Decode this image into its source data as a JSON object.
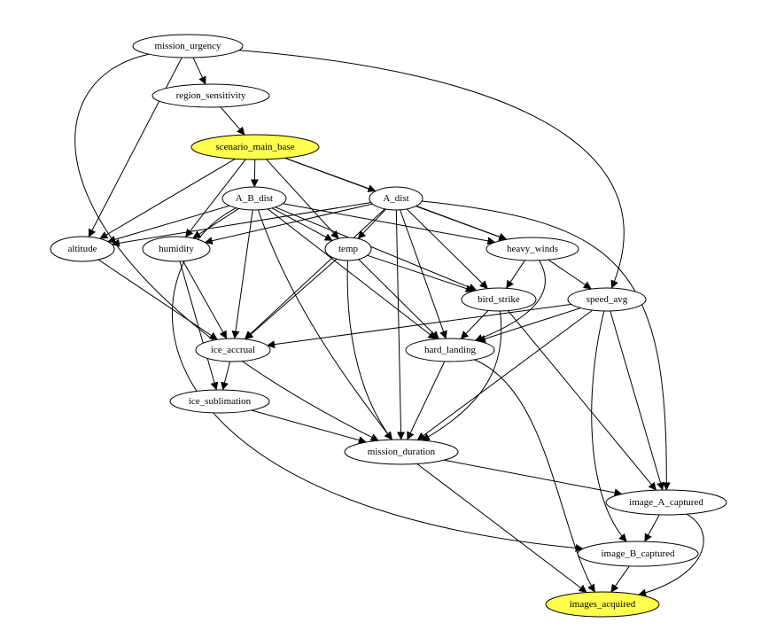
{
  "graph": {
    "nodes": [
      {
        "id": "mission_urgency",
        "label": "mission_urgency",
        "highlight": false
      },
      {
        "id": "region_sensitivity",
        "label": "region_sensitivity",
        "highlight": false
      },
      {
        "id": "scenario_main_base",
        "label": "scenario_main_base",
        "highlight": true
      },
      {
        "id": "A_B_dist",
        "label": "A_B_dist",
        "highlight": false
      },
      {
        "id": "A_dist",
        "label": "A_dist",
        "highlight": false
      },
      {
        "id": "altitude",
        "label": "altitude",
        "highlight": false
      },
      {
        "id": "humidity",
        "label": "humidity",
        "highlight": false
      },
      {
        "id": "temp",
        "label": "temp",
        "highlight": false
      },
      {
        "id": "heavy_winds",
        "label": "heavy_winds",
        "highlight": false
      },
      {
        "id": "bird_strike",
        "label": "bird_strike",
        "highlight": false
      },
      {
        "id": "speed_avg",
        "label": "speed_avg",
        "highlight": false
      },
      {
        "id": "ice_accrual",
        "label": "ice_accrual",
        "highlight": false
      },
      {
        "id": "hard_landing",
        "label": "hard_landing",
        "highlight": false
      },
      {
        "id": "ice_sublimation",
        "label": "ice_sublimation",
        "highlight": false
      },
      {
        "id": "mission_duration",
        "label": "mission_duration",
        "highlight": false
      },
      {
        "id": "image_A_captured",
        "label": "image_A_captured",
        "highlight": false
      },
      {
        "id": "image_B_captured",
        "label": "image_B_captured",
        "highlight": false
      },
      {
        "id": "images_acquired",
        "label": "images_acquired",
        "highlight": true
      }
    ],
    "edges": [
      [
        "mission_urgency",
        "region_sensitivity"
      ],
      [
        "mission_urgency",
        "altitude"
      ],
      [
        "mission_urgency",
        "mission_duration"
      ],
      [
        "mission_urgency",
        "speed_avg"
      ],
      [
        "region_sensitivity",
        "scenario_main_base"
      ],
      [
        "scenario_main_base",
        "A_B_dist"
      ],
      [
        "scenario_main_base",
        "A_dist"
      ],
      [
        "scenario_main_base",
        "altitude"
      ],
      [
        "scenario_main_base",
        "humidity"
      ],
      [
        "scenario_main_base",
        "temp"
      ],
      [
        "scenario_main_base",
        "heavy_winds"
      ],
      [
        "A_B_dist",
        "altitude"
      ],
      [
        "A_B_dist",
        "humidity"
      ],
      [
        "A_B_dist",
        "temp"
      ],
      [
        "A_B_dist",
        "heavy_winds"
      ],
      [
        "A_B_dist",
        "bird_strike"
      ],
      [
        "A_B_dist",
        "ice_accrual"
      ],
      [
        "A_B_dist",
        "hard_landing"
      ],
      [
        "A_B_dist",
        "mission_duration"
      ],
      [
        "A_B_dist",
        "image_B_captured"
      ],
      [
        "A_dist",
        "altitude"
      ],
      [
        "A_dist",
        "humidity"
      ],
      [
        "A_dist",
        "temp"
      ],
      [
        "A_dist",
        "heavy_winds"
      ],
      [
        "A_dist",
        "bird_strike"
      ],
      [
        "A_dist",
        "ice_accrual"
      ],
      [
        "A_dist",
        "hard_landing"
      ],
      [
        "A_dist",
        "mission_duration"
      ],
      [
        "A_dist",
        "image_A_captured"
      ],
      [
        "altitude",
        "ice_accrual"
      ],
      [
        "humidity",
        "ice_accrual"
      ],
      [
        "humidity",
        "ice_sublimation"
      ],
      [
        "temp",
        "ice_accrual"
      ],
      [
        "temp",
        "bird_strike"
      ],
      [
        "temp",
        "hard_landing"
      ],
      [
        "temp",
        "mission_duration"
      ],
      [
        "heavy_winds",
        "bird_strike"
      ],
      [
        "heavy_winds",
        "speed_avg"
      ],
      [
        "heavy_winds",
        "hard_landing"
      ],
      [
        "bird_strike",
        "hard_landing"
      ],
      [
        "bird_strike",
        "mission_duration"
      ],
      [
        "bird_strike",
        "image_A_captured"
      ],
      [
        "speed_avg",
        "ice_accrual"
      ],
      [
        "speed_avg",
        "hard_landing"
      ],
      [
        "speed_avg",
        "mission_duration"
      ],
      [
        "speed_avg",
        "image_A_captured"
      ],
      [
        "speed_avg",
        "image_B_captured"
      ],
      [
        "ice_accrual",
        "ice_sublimation"
      ],
      [
        "hard_landing",
        "mission_duration"
      ],
      [
        "hard_landing",
        "images_acquired"
      ],
      [
        "ice_sublimation",
        "mission_duration"
      ],
      [
        "mission_duration",
        "image_A_captured"
      ],
      [
        "mission_duration",
        "images_acquired"
      ],
      [
        "image_A_captured",
        "image_B_captured"
      ],
      [
        "image_A_captured",
        "images_acquired"
      ],
      [
        "image_B_captured",
        "images_acquired"
      ]
    ]
  },
  "colors": {
    "node_fill": "#ffffff",
    "highlight_fill": "#ffff4d",
    "stroke": "#000000",
    "background": "#ffffff"
  }
}
